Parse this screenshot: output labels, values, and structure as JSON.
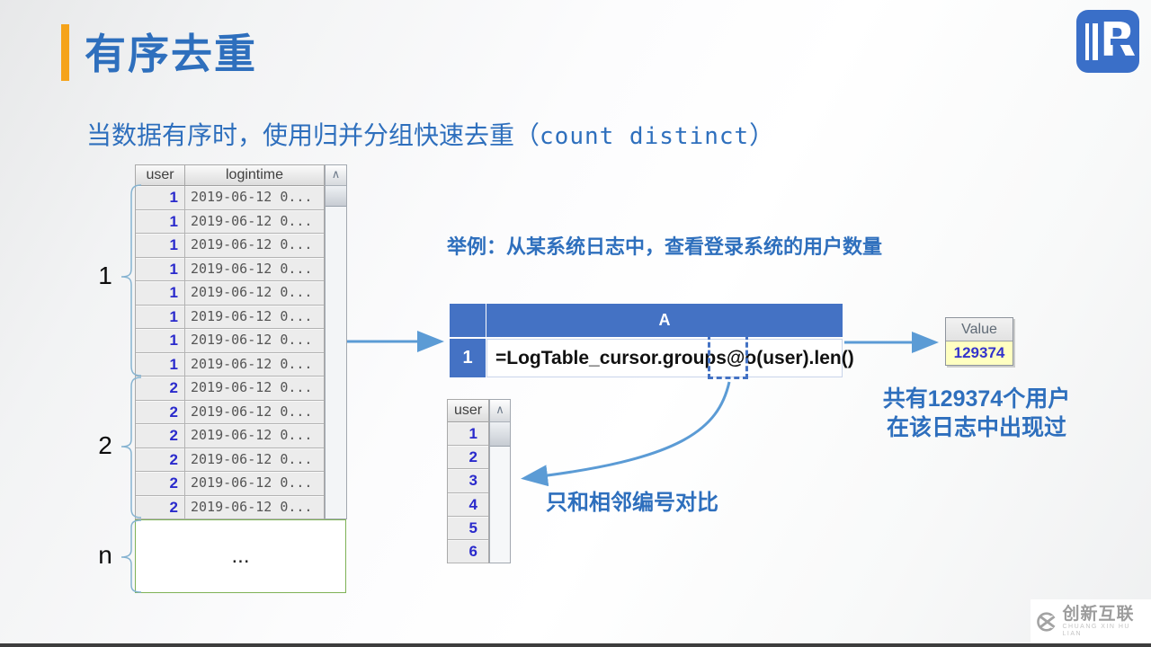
{
  "header": {
    "title": "有序去重"
  },
  "subtitle": {
    "prefix": "当数据有序时，使用归并分组快速去重（",
    "code": "count distinct",
    "suffix": "）"
  },
  "logo": {
    "letter": "R"
  },
  "example_caption": "举例：从某系统日志中，查看登录系统的用户数量",
  "icons": {
    "scroll_up": "∧"
  },
  "log_table": {
    "headers": {
      "user": "user",
      "logintime": "logintime"
    },
    "rows": [
      {
        "user": "1",
        "logintime": "2019-06-12 0..."
      },
      {
        "user": "1",
        "logintime": "2019-06-12 0..."
      },
      {
        "user": "1",
        "logintime": "2019-06-12 0..."
      },
      {
        "user": "1",
        "logintime": "2019-06-12 0..."
      },
      {
        "user": "1",
        "logintime": "2019-06-12 0..."
      },
      {
        "user": "1",
        "logintime": "2019-06-12 0..."
      },
      {
        "user": "1",
        "logintime": "2019-06-12 0..."
      },
      {
        "user": "1",
        "logintime": "2019-06-12 0..."
      },
      {
        "user": "2",
        "logintime": "2019-06-12 0..."
      },
      {
        "user": "2",
        "logintime": "2019-06-12 0..."
      },
      {
        "user": "2",
        "logintime": "2019-06-12 0..."
      },
      {
        "user": "2",
        "logintime": "2019-06-12 0..."
      },
      {
        "user": "2",
        "logintime": "2019-06-12 0..."
      },
      {
        "user": "2",
        "logintime": "2019-06-12 0..."
      }
    ],
    "ellipsis": "...",
    "groups": [
      {
        "label": "1"
      },
      {
        "label": "2"
      },
      {
        "label": "n"
      }
    ]
  },
  "formula_sheet": {
    "col_header": "A",
    "row_header": "1",
    "formula": "=LogTable_cursor.groups@o(user).len()"
  },
  "value_box": {
    "header": "Value",
    "value": "129374"
  },
  "result_note": {
    "line1": "共有129374个用户",
    "line2": "在该日志中出现过"
  },
  "result_table": {
    "header": "user",
    "rows": [
      "1",
      "2",
      "3",
      "4",
      "5",
      "6"
    ]
  },
  "compare_note": "只和相邻编号对比",
  "watermark": {
    "name": "创新互联",
    "subtext": "CHUANG XIN HU LIAN"
  },
  "colors": {
    "accent_blue": "#2e6fbd",
    "arrow_blue": "#5b9bd5",
    "header_blue": "#4472c4",
    "orange": "#f5a31a",
    "value_bg": "#ffffc1",
    "value_text": "#3333cc",
    "user_num": "#2a2acc",
    "green_border": "#7fb257"
  }
}
